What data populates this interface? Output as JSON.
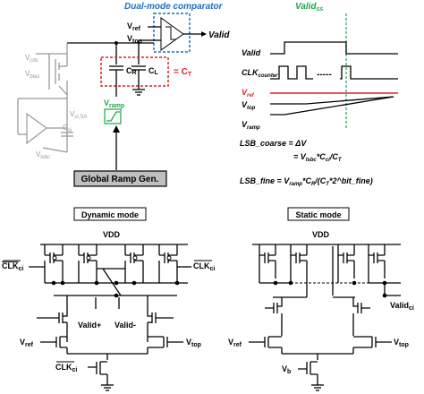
{
  "top": {
    "comparator_title": "Dual-mode comparator",
    "vref": "V",
    "vref_sub": "ref",
    "vtop": "V",
    "vtop_sub": "top",
    "valid": "Valid",
    "cr": "C",
    "cr_sub": "R",
    "cl": "C",
    "cl_sub": "L",
    "ct_eq": "= C",
    "ct_sub": "T",
    "vramp": "V",
    "vramp_sub": "ramp",
    "vcds": "V",
    "vcds_sub": "cds",
    "vbias": "V",
    "vbias_sub": "bias",
    "vcisa": "V",
    "vcisa_sub": "ci,SA",
    "cci": "C",
    "cci_sub": "ci",
    "vlsbc": "V",
    "vlsbc_sub": "lsbc",
    "ramp_gen": "Global Ramp Gen."
  },
  "timing": {
    "valid": "Valid",
    "valid_marker": "Valid",
    "valid_marker_sub": "ss",
    "clk": "CLK",
    "clk_sub": "counter",
    "vref": "V",
    "vref_sub": "ref",
    "vtop": "V",
    "vtop_sub": "top",
    "vramp": "V",
    "vramp_sub": "ramp",
    "dashes": "-----"
  },
  "equations": {
    "coarse_a": "LSB_coarse = ΔV",
    "coarse_b": "= V",
    "coarse_b_sub1": "lsbc",
    "coarse_b_mid": "*C",
    "coarse_b_sub2": "ci",
    "coarse_b_end": "/C",
    "coarse_b_sub3": "T",
    "fine_a": "LSB_fine = V",
    "fine_sub1": "ramp",
    "fine_mid": "*C",
    "fine_sub2": "R",
    "fine_end": "/(C",
    "fine_sub3": "T",
    "fine_tail": "*2^bit_fine)"
  },
  "dynamic": {
    "title": "Dynamic mode",
    "vdd": "VDD",
    "clk_left": "CLK",
    "clk_left_sub": "ci",
    "clk_right": "CLK",
    "clk_right_sub": "ci",
    "clk_bottom": "CLK",
    "clk_bottom_sub": "ci",
    "valid_plus": "Valid+",
    "valid_minus": "Valid-",
    "vref": "V",
    "vref_sub": "ref",
    "vtop": "V",
    "vtop_sub": "top"
  },
  "static": {
    "title": "Static mode",
    "vdd": "VDD",
    "valid": "Valid",
    "valid_sub": "ci",
    "vref": "V",
    "vref_sub": "ref",
    "vtop": "V",
    "vtop_sub": "top",
    "vb": "V",
    "vb_sub": "b"
  },
  "colors": {
    "blue": "#1f6fc4",
    "red": "#e02020",
    "green": "#1aa84a",
    "gray": "#999999"
  }
}
